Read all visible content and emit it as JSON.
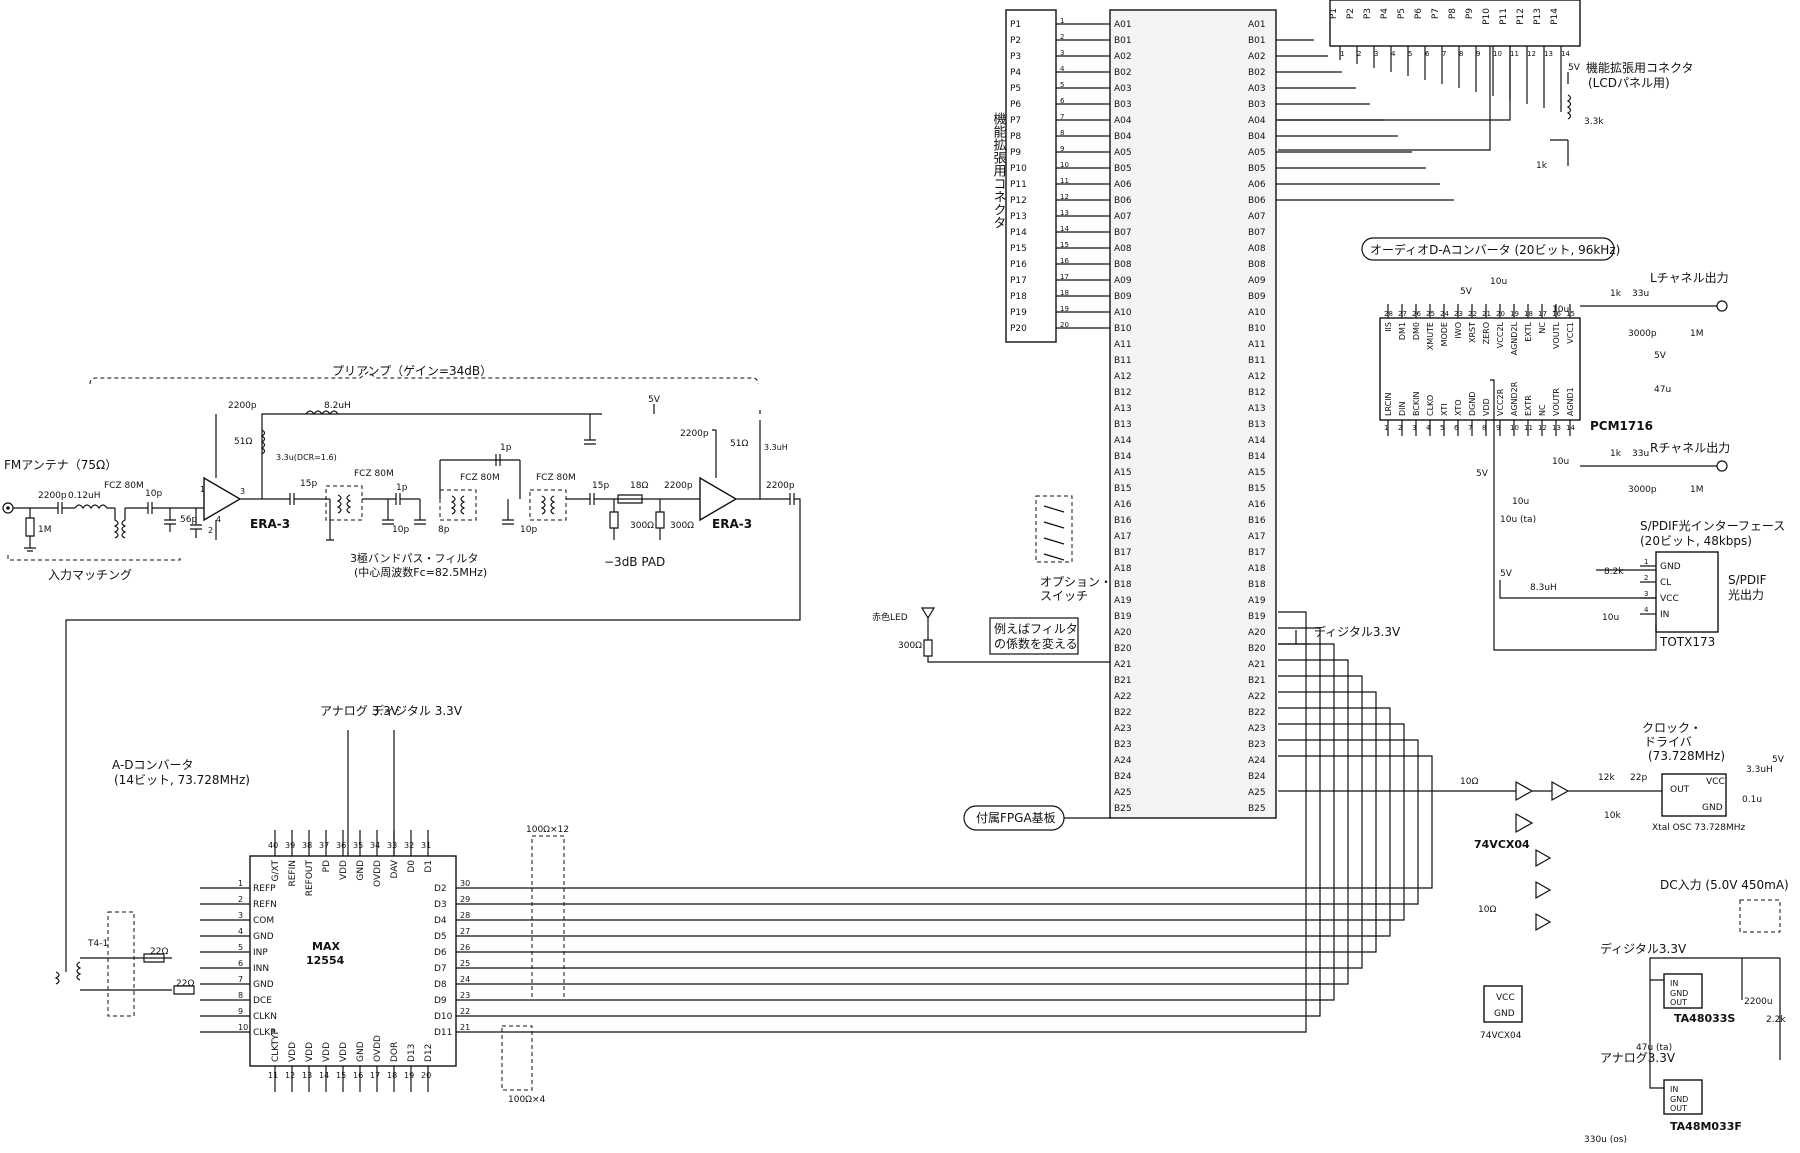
{
  "labels": {
    "fm_antenna": "FMアンテナ（75Ω）",
    "input_matching": "入力マッチング",
    "preamp": "プリアンプ（ゲイン=34dB）",
    "bpf_line1": "3極バンドパス・フィルタ",
    "bpf_line2": "(中心周波数Fc=82.5MHz)",
    "pad": "−3dB PAD",
    "era3": "ERA-3",
    "adc_line1": "A-Dコンバータ",
    "adc_line2": "(14ビット, 73.728MHz)",
    "analog_33": "アナログ 3.3V",
    "digital_33": "ディジタル 3.3V",
    "max_chip_1": "MAX",
    "max_chip_2": "12554",
    "r_array_top": "100Ω×12",
    "r_array_bottom": "100Ω×4",
    "ext_connector_v": "機能拡張用コネクタ",
    "ext_connector_lcd_1": "機能拡張用コネクタ",
    "ext_connector_lcd_2": "(LCDパネル用)",
    "audio_dac": "オーディオD-Aコンバータ (20ビット, 96kHz)",
    "pcm_chip": "PCM1716",
    "l_out": "Lチャネル出力",
    "r_out": "Rチャネル出力",
    "spdif_1": "S/PDIF光インターフェース",
    "spdif_2": "(20ビット, 48kbps)",
    "spdif_out_1": "S/PDIF",
    "spdif_out_2": "光出力",
    "totx": "TOTX173",
    "digital_out_label": "ディジタル3.3V",
    "option_switch_1": "オプション・",
    "option_switch_2": "スイッチ",
    "option_note_1": "例えばフィルタ",
    "option_note_2": "の係数を変える",
    "red_led": "赤色LED",
    "fpga_board": "付属FPGA基板",
    "clock_driver_1": "クロック・",
    "clock_driver_2": "ドライバ",
    "clock_driver_3": "(73.728MHz)",
    "xtal": "Xtal OSC 73.728MHz",
    "vcx04": "74VCX04",
    "dc_input": "DC入力 (5.0V 450mA)",
    "digital_33_reg": "ディジタル3.3V",
    "analog_33_reg": "アナログ3.3V",
    "reg_digital": "TA48033S",
    "reg_analog": "TA48M033F",
    "cap_47u": "47u (ta)",
    "cap_330u": "330u (os)",
    "cap_10u_ta": "10u (ta)"
  },
  "values": {
    "c_2200p": "2200p",
    "l_012": "0.12uH",
    "fcz80": "FCZ 80M",
    "c_10p": "10p",
    "r_1m": "1M",
    "c_56p": "56p",
    "r_51": "51Ω",
    "l_82": "8.2uH",
    "l_33dcr": "3.3u(DCR=1.6)",
    "c_15p": "15p",
    "c_1p": "1p",
    "c_8p": "8p",
    "r_18": "18Ω",
    "r_300": "300Ω",
    "v5": "5V",
    "r_22": "22Ω",
    "r_12k": "12k",
    "r_10k": "10k",
    "c_22p": "22p",
    "l_33uh": "3.3uH",
    "c_01u": "0.1u",
    "r_1k": "1k",
    "c_33u": "33u",
    "c_3000p": "3000p",
    "c_47u": "47u",
    "r_8k2": "8.2k",
    "l_83": "8.3uH",
    "c_10u": "10u",
    "r_33k": "3.3k",
    "c_2200u": "2200u",
    "r_22k": "2.2k",
    "r_10": "10Ω",
    "t41": "T4-1"
  },
  "connector_left_pins": [
    "P1",
    "P2",
    "P3",
    "P4",
    "P5",
    "P6",
    "P7",
    "P8",
    "P9",
    "P10",
    "P11",
    "P12",
    "P13",
    "P14",
    "P15",
    "P16",
    "P17",
    "P18",
    "P19",
    "P20"
  ],
  "fpga_left_pins": [
    "A01",
    "B01",
    "A02",
    "B02",
    "A03",
    "B03",
    "A04",
    "B04",
    "A05",
    "B05",
    "A06",
    "B06",
    "A07",
    "B07",
    "A08",
    "B08",
    "A09",
    "B09",
    "A10",
    "B10",
    "A11",
    "B11",
    "A12",
    "B12",
    "A13",
    "B13",
    "A14",
    "B14",
    "A15",
    "B15",
    "A16",
    "B16",
    "A17",
    "B17",
    "A18",
    "B18",
    "A19",
    "B19",
    "A20",
    "B20",
    "A21",
    "B21",
    "A22",
    "B22",
    "A23",
    "B23",
    "A24",
    "B24",
    "A25",
    "B25"
  ],
  "fpga_right_pins": [
    "A01",
    "B01",
    "A02",
    "B02",
    "A03",
    "B03",
    "A04",
    "B04",
    "A05",
    "B05",
    "A06",
    "B06",
    "A07",
    "B07",
    "A08",
    "B08",
    "A09",
    "B09",
    "A10",
    "B10",
    "A11",
    "B11",
    "A12",
    "B12",
    "A13",
    "B13",
    "A14",
    "B14",
    "A15",
    "B15",
    "A16",
    "B16",
    "A17",
    "B17",
    "A18",
    "B18",
    "A19",
    "B19",
    "A20",
    "B20",
    "A21",
    "B21",
    "A22",
    "B22",
    "A23",
    "B23",
    "A24",
    "B24",
    "A25",
    "B25"
  ],
  "lcd_pins": [
    "P1",
    "P2",
    "P3",
    "P4",
    "P5",
    "P6",
    "P7",
    "P8",
    "P9",
    "P10",
    "P11",
    "P12",
    "P13",
    "P14"
  ],
  "adc_left_pins": [
    {
      "num": "1",
      "name": "REFP"
    },
    {
      "num": "2",
      "name": "REFN"
    },
    {
      "num": "3",
      "name": "COM"
    },
    {
      "num": "4",
      "name": "GND"
    },
    {
      "num": "5",
      "name": "INP"
    },
    {
      "num": "6",
      "name": "INN"
    },
    {
      "num": "7",
      "name": "GND"
    },
    {
      "num": "8",
      "name": "DCE"
    },
    {
      "num": "9",
      "name": "CLKN"
    },
    {
      "num": "10",
      "name": "CLKP"
    }
  ],
  "adc_top_pins": [
    {
      "num": "40",
      "name": "G/XT"
    },
    {
      "num": "39",
      "name": "REFIN"
    },
    {
      "num": "38",
      "name": "REFOUT"
    },
    {
      "num": "37",
      "name": "PD"
    },
    {
      "num": "36",
      "name": "VDD"
    },
    {
      "num": "35",
      "name": "GND"
    },
    {
      "num": "34",
      "name": "OVDD"
    },
    {
      "num": "33",
      "name": "DAV"
    },
    {
      "num": "32",
      "name": "D0"
    },
    {
      "num": "31",
      "name": "D1"
    }
  ],
  "adc_right_pins": [
    {
      "num": "30",
      "name": "D2"
    },
    {
      "num": "29",
      "name": "D3"
    },
    {
      "num": "28",
      "name": "D4"
    },
    {
      "num": "27",
      "name": "D5"
    },
    {
      "num": "26",
      "name": "D6"
    },
    {
      "num": "25",
      "name": "D7"
    },
    {
      "num": "24",
      "name": "D8"
    },
    {
      "num": "23",
      "name": "D9"
    },
    {
      "num": "22",
      "name": "D10"
    },
    {
      "num": "21",
      "name": "D11"
    }
  ],
  "adc_bottom_pins": [
    {
      "num": "11",
      "name": "CLKTYP"
    },
    {
      "num": "12",
      "name": "VDD"
    },
    {
      "num": "13",
      "name": "VDD"
    },
    {
      "num": "14",
      "name": "VDD"
    },
    {
      "num": "15",
      "name": "VDD"
    },
    {
      "num": "16",
      "name": "GND"
    },
    {
      "num": "17",
      "name": "OVDD"
    },
    {
      "num": "18",
      "name": "DOR"
    },
    {
      "num": "19",
      "name": "D13"
    },
    {
      "num": "20",
      "name": "D12"
    }
  ],
  "pcm_top_pins": [
    {
      "num": "28",
      "name": "IIS"
    },
    {
      "num": "27",
      "name": "DM1"
    },
    {
      "num": "26",
      "name": "DM0"
    },
    {
      "num": "25",
      "name": "XMUTE"
    },
    {
      "num": "24",
      "name": "MODE"
    },
    {
      "num": "23",
      "name": "IWO"
    },
    {
      "num": "22",
      "name": "XRST"
    },
    {
      "num": "21",
      "name": "ZERO"
    },
    {
      "num": "20",
      "name": "VCC2L"
    },
    {
      "num": "19",
      "name": "AGND2L"
    },
    {
      "num": "18",
      "name": "EXTL"
    },
    {
      "num": "17",
      "name": "NC"
    },
    {
      "num": "16",
      "name": "VOUTL"
    },
    {
      "num": "15",
      "name": "VCC1"
    }
  ],
  "pcm_bottom_pins": [
    {
      "num": "1",
      "name": "LRCIN"
    },
    {
      "num": "2",
      "name": "DIN"
    },
    {
      "num": "3",
      "name": "BCKIN"
    },
    {
      "num": "4",
      "name": "CLKO"
    },
    {
      "num": "5",
      "name": "XTI"
    },
    {
      "num": "6",
      "name": "XTO"
    },
    {
      "num": "7",
      "name": "DGND"
    },
    {
      "num": "8",
      "name": "VDD"
    },
    {
      "num": "9",
      "name": "VCC2R"
    },
    {
      "num": "10",
      "name": "AGND2R"
    },
    {
      "num": "11",
      "name": "EXTR"
    },
    {
      "num": "12",
      "name": "NC"
    },
    {
      "num": "13",
      "name": "VOUTR"
    },
    {
      "num": "14",
      "name": "AGND1"
    }
  ],
  "totx_pins": [
    {
      "num": "1",
      "name": "GND"
    },
    {
      "num": "2",
      "name": "CL"
    },
    {
      "num": "3",
      "name": "VCC"
    },
    {
      "num": "4",
      "name": "IN"
    }
  ]
}
